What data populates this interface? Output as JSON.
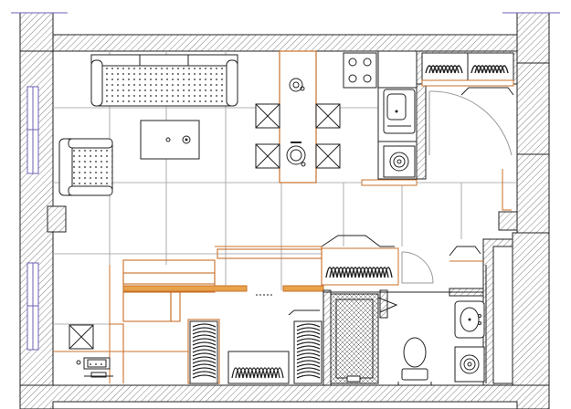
{
  "plan": {
    "background": "#ffffff",
    "wall_hatch_color": "#777777",
    "line_color": "#111111",
    "grid_color": "#9a9a9a",
    "furniture_accent": "#c8702a",
    "window_color": "#6f5fb3",
    "accent_fill": "#e8a24a"
  },
  "rooms": [
    "living-area",
    "kitchen",
    "stair-landing",
    "bathroom",
    "storage"
  ],
  "furniture": [
    "sofa",
    "armchair",
    "coffee-table",
    "dining-table",
    "dining-chairs",
    "cooktop",
    "kitchen-sink",
    "oven",
    "shower-tray",
    "toilet",
    "washbasin",
    "washing-machine",
    "desk",
    "wardrobe-racks"
  ]
}
